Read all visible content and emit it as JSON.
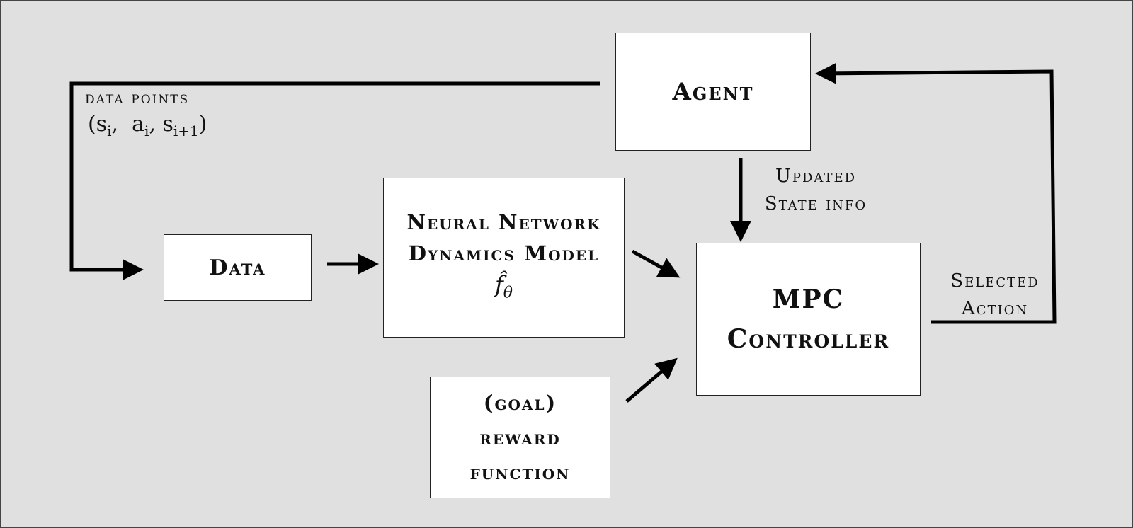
{
  "boxes": {
    "agent": "Agent",
    "data": "Data",
    "nn_line1": "Neural Network",
    "nn_line2": "Dynamics Model",
    "nn_symbol": "f̂",
    "nn_subscript": "θ",
    "mpc_line1": "MPC",
    "mpc_line2": "Controller",
    "reward_line1": "(goal)",
    "reward_line2": "reward",
    "reward_line3": "function"
  },
  "labels": {
    "data_points": "data points",
    "tuple_open": "(s",
    "tuple_sub1": "i",
    "tuple_mid1": ",  a",
    "tuple_sub2": "i",
    "tuple_mid2": ", s",
    "tuple_sub3": "i+1",
    "tuple_close": ")",
    "updated_line1": "Updated",
    "updated_line2": "State info",
    "selected_line1": "Selected",
    "selected_line2": "Action"
  },
  "colors": {
    "background": "#e0e0e0",
    "box_fill": "#ffffff",
    "arrow": "#000000"
  }
}
